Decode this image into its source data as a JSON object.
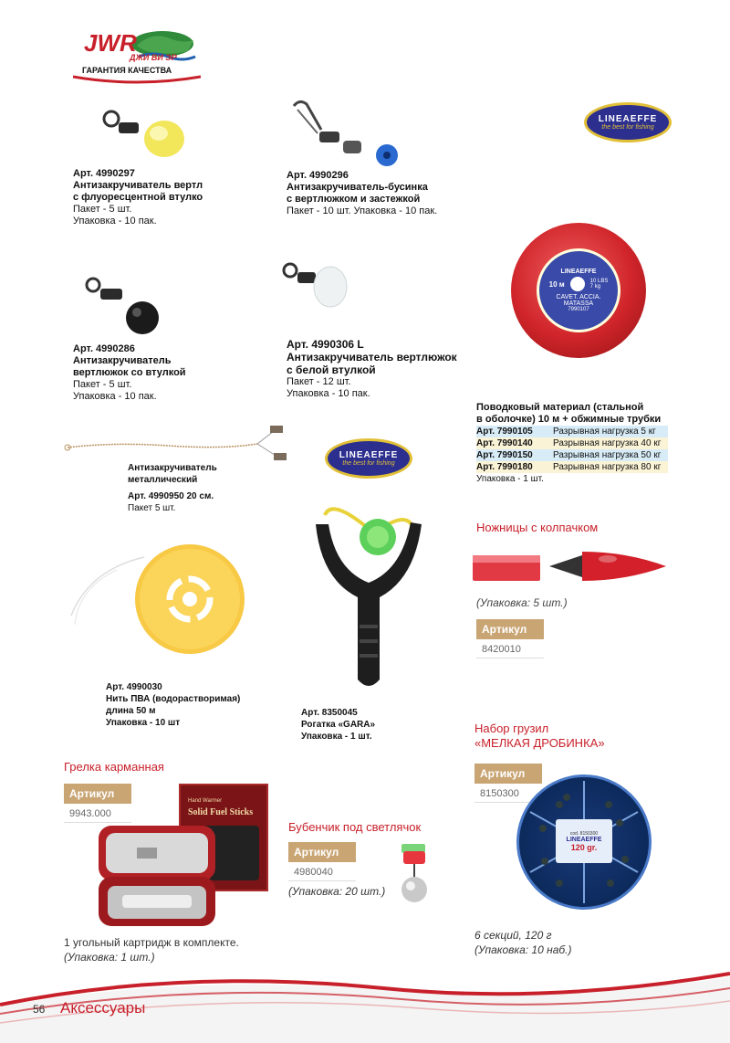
{
  "header": {
    "logo_main": "JWR",
    "logo_sub": "ДЖИ ВИ ЭР",
    "logo_tagline": "ГАРАНТИЯ КАЧЕСТВА"
  },
  "brand_logo": {
    "name": "LINEAEFFE",
    "tagline": "the best for fishing"
  },
  "products": {
    "p4990297": {
      "art": "Арт. 4990297",
      "name1": "Антизакручиватель вертл",
      "name2": "с флуоресцентной втулко",
      "pack": "Пакет - 5 шт.",
      "box": "Упаковка - 10 пак."
    },
    "p4990296": {
      "art": "Арт. 4990296",
      "name1": "Антизакручиватель-бусинка",
      "name2": "с вертлюжком и застежкой",
      "pack": "Пакет - 10 шт. Упаковка - 10 пак."
    },
    "p4990286": {
      "art": "Арт. 4990286",
      "name1": "Антизакручиватель",
      "name2": "вертлюжок со втулкой",
      "pack": "Пакет - 5 шт.",
      "box": "Упаковка - 10 пак."
    },
    "p4990306": {
      "art": "Арт. 4990306   L",
      "name1": "Антизакручиватель вертлюжок",
      "name2": "с белой втулкой",
      "pack": "Пакет - 12 шт.",
      "box": "Упаковка - 10 пак."
    },
    "p4990950": {
      "name1": "Антизакручиватель",
      "name2": "металлический",
      "art": "Арт. 4990950    20 см.",
      "pack": "Пакет 5 шт."
    },
    "leader": {
      "title1": "Поводковый материал (стальной",
      "title2": "в оболочке) 10 м + обжимные трубки",
      "rows": [
        {
          "art": "Арт. 7990105",
          "desc": "Разрывная нагрузка 5 кг",
          "bg": "#d7ecf7"
        },
        {
          "art": "Арт. 7990140",
          "desc": "Разрывная нагрузка 40 кг",
          "bg": "#fbf3d6"
        },
        {
          "art": "Арт. 7990150",
          "desc": "Разрывная нагрузка 50 кг",
          "bg": "#d7ecf7"
        },
        {
          "art": "Арт. 7990180",
          "desc": "Разрывная нагрузка 80 кг",
          "bg": "#fbf3d6"
        }
      ],
      "box": "Упаковка - 1 шт.",
      "spool_label": "10 м",
      "spool_lbs": "10 LBS",
      "spool_kg": "7 kg",
      "spool_text1": "CAVET. ACCIA.",
      "spool_text2": "MATASSA",
      "spool_code": "7990107"
    },
    "scissors": {
      "title": "Ножницы с колпачком",
      "pack": "(Упаковка: 5 шт.)",
      "art_label": "Артикул",
      "art": "8420010"
    },
    "pva": {
      "art": "Арт. 4990030",
      "name1": "Нить ПВА (водорастворимая)",
      "name2": "длина 50 м",
      "box": "Упаковка - 10 шт"
    },
    "slingshot": {
      "art": "Арт. 8350045",
      "name": "Рогатка «GARA»",
      "box": "Упаковка - 1 шт."
    },
    "sinkers": {
      "title1": "Набор грузил",
      "title2": "«МЕЛКАЯ ДРОБИНКА»",
      "art_label": "Артикул",
      "art": "8150300",
      "desc": "6 секций, 120 г",
      "pack": "(Упаковка: 10 наб.)",
      "box_code": "cod. 8150300",
      "box_weight": "120 gr."
    },
    "warmer": {
      "title": "Грелка карманная",
      "art_label": "Артикул",
      "art": "9943.000",
      "desc": "1 угольный картридж в комплекте.",
      "pack": "(Упаковка: 1 шт.)",
      "box_text1": "Hand Warmer",
      "box_text2": "Solid Fuel Sticks"
    },
    "bell": {
      "title": "Бубенчик под светлячок",
      "art_label": "Артикул",
      "art": "4980040",
      "pack": "(Упаковка: 20 шт.)"
    }
  },
  "footer": {
    "page_number": "56",
    "section": "Аксессуары"
  },
  "colors": {
    "accent_red": "#c8202a",
    "artikul_tan": "#c9a574",
    "brand_blue": "#2c2f8e"
  }
}
